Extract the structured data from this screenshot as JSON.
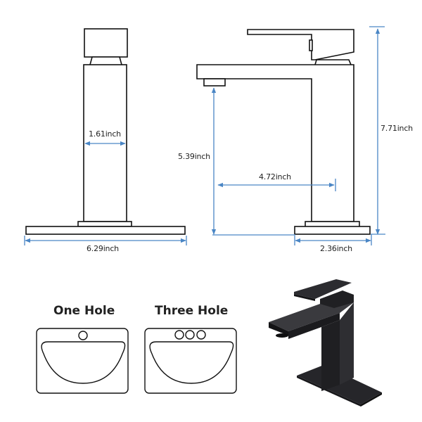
{
  "colors": {
    "line": "#111111",
    "dimension": "#4a86c5",
    "faucet_body": "#1c1c1e",
    "faucet_highlight": "#3a3a3c",
    "background": "#ffffff"
  },
  "side_view": {
    "width_label": "1.61inch",
    "base_width_label": "6.29inch"
  },
  "front_view": {
    "spout_height_label": "5.39inch",
    "spout_reach_label": "4.72inch",
    "total_height_label": "7.71inch",
    "base_depth_label": "2.36inch"
  },
  "install_options": [
    {
      "title": "One Hole",
      "holes": 1
    },
    {
      "title": "Three Hole",
      "holes": 3
    }
  ],
  "product_photo": {
    "description": "matte-black-single-handle-faucet-with-deck-plate"
  }
}
